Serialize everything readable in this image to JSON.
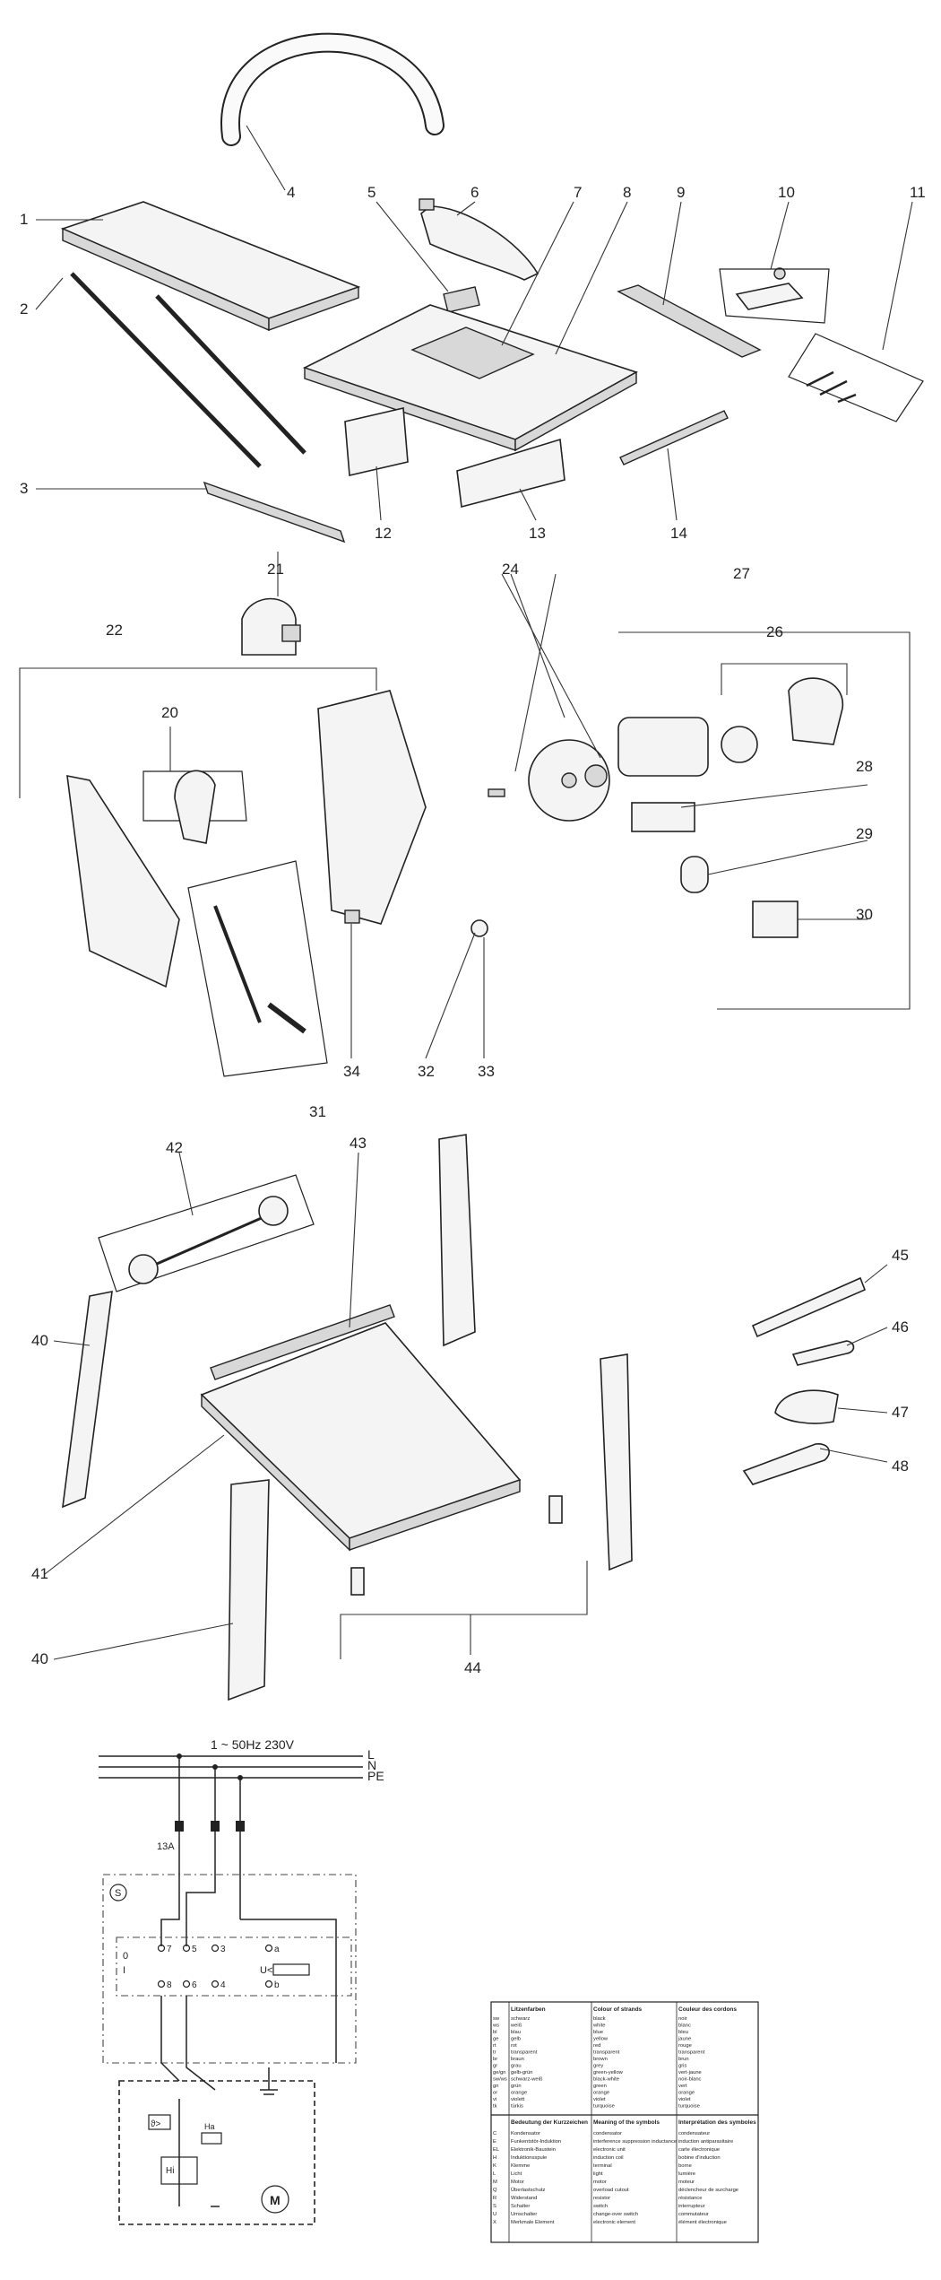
{
  "callouts": [
    {
      "id": "c1",
      "text": "1"
    },
    {
      "id": "c2",
      "text": "2"
    },
    {
      "id": "c3",
      "text": "3"
    },
    {
      "id": "c4",
      "text": "4"
    },
    {
      "id": "c5",
      "text": "5"
    },
    {
      "id": "c6",
      "text": "6"
    },
    {
      "id": "c7",
      "text": "7"
    },
    {
      "id": "c8",
      "text": "8"
    },
    {
      "id": "c9",
      "text": "9"
    },
    {
      "id": "c10",
      "text": "10"
    },
    {
      "id": "c11",
      "text": "11"
    },
    {
      "id": "c12",
      "text": "12"
    },
    {
      "id": "c13",
      "text": "13"
    },
    {
      "id": "c14",
      "text": "14"
    },
    {
      "id": "c20",
      "text": "20"
    },
    {
      "id": "c21",
      "text": "21"
    },
    {
      "id": "c22",
      "text": "22"
    },
    {
      "id": "c24",
      "text": "24"
    },
    {
      "id": "c26",
      "text": "26"
    },
    {
      "id": "c27",
      "text": "27"
    },
    {
      "id": "c28",
      "text": "28"
    },
    {
      "id": "c29",
      "text": "29"
    },
    {
      "id": "c30",
      "text": "30"
    },
    {
      "id": "c31",
      "text": "31"
    },
    {
      "id": "c32",
      "text": "32"
    },
    {
      "id": "c33",
      "text": "33"
    },
    {
      "id": "c34",
      "text": "34"
    },
    {
      "id": "c40a",
      "text": "40"
    },
    {
      "id": "c40b",
      "text": "40"
    },
    {
      "id": "c41",
      "text": "41"
    },
    {
      "id": "c42",
      "text": "42"
    },
    {
      "id": "c43",
      "text": "43"
    },
    {
      "id": "c44",
      "text": "44"
    },
    {
      "id": "c45",
      "text": "45"
    },
    {
      "id": "c46",
      "text": "46"
    },
    {
      "id": "c47",
      "text": "47"
    },
    {
      "id": "c48",
      "text": "48"
    }
  ],
  "schematic": {
    "supply": "1 ~ 50Hz 230V",
    "line_L": "L",
    "line_N": "N",
    "line_PE": "PE",
    "fuse": "13A",
    "switch_label": "S",
    "contacts": [
      "7",
      "5",
      "3",
      "a",
      "8",
      "6",
      "4",
      "b"
    ],
    "pos_off": "0",
    "pos_on": "I",
    "undervoltage": "U<",
    "motor": "M",
    "winding_main": "Ha",
    "winding_aux": "Hi",
    "thermal": "ϑ>"
  },
  "legend": {
    "header1": [
      "Litzenfarben",
      "Colour of strands",
      "Couleur des cordons"
    ],
    "rows1": [
      [
        "sw",
        "schwarz",
        "black",
        "noir"
      ],
      [
        "ws",
        "weiß",
        "white",
        "blanc"
      ],
      [
        "bl",
        "blau",
        "blue",
        "bleu"
      ],
      [
        "ge",
        "gelb",
        "yellow",
        "jaune"
      ],
      [
        "rt",
        "rot",
        "red",
        "rouge"
      ],
      [
        "tr",
        "transparent",
        "transparent",
        "transparent"
      ],
      [
        "br",
        "braun",
        "brown",
        "brun"
      ],
      [
        "gr",
        "grau",
        "grey",
        "gris"
      ],
      [
        "ge/gn",
        "gelb-grün",
        "green-yellow",
        "vert-jaune"
      ],
      [
        "sw/ws",
        "schwarz-weiß",
        "black-white",
        "noir-blanc"
      ],
      [
        "gn",
        "grün",
        "green",
        "vert"
      ],
      [
        "or",
        "orange",
        "orange",
        "orange"
      ],
      [
        "vi",
        "violett",
        "violet",
        "violet"
      ],
      [
        "tk",
        "türkis",
        "turquoise",
        "turquoise"
      ]
    ],
    "header2": [
      "Bedeutung der Kurzzeichen",
      "Meaning of the symbols",
      "Interprétation des symboles"
    ],
    "rows2": [
      [
        "C",
        "Kondensator",
        "condensator",
        "condensateur"
      ],
      [
        "E",
        "Funkentstör-Induktion",
        "interference suppression inductance",
        "induction antiparasitaire"
      ],
      [
        "EL",
        "Elektronik-Baustein",
        "electronic unit",
        "carte électronique"
      ],
      [
        "H",
        "Induktionsspule",
        "induction coil",
        "bobine d'induction"
      ],
      [
        "K",
        "Klemme",
        "terminal",
        "borne"
      ],
      [
        "L",
        "Licht",
        "light",
        "lumière"
      ],
      [
        "M",
        "Motor",
        "motor",
        "moteur"
      ],
      [
        "Q",
        "Überlastschutz",
        "overload cutout",
        "déclencheur de surcharge"
      ],
      [
        "R",
        "Widerstand",
        "resistor",
        "résistance"
      ],
      [
        "S",
        "Schalter",
        "switch",
        "interrupteur"
      ],
      [
        "U",
        "Umschalter",
        "change-over switch",
        "commutateur"
      ],
      [
        "X",
        "Merkmale Element",
        "electronic element",
        "élément électronique"
      ]
    ]
  }
}
